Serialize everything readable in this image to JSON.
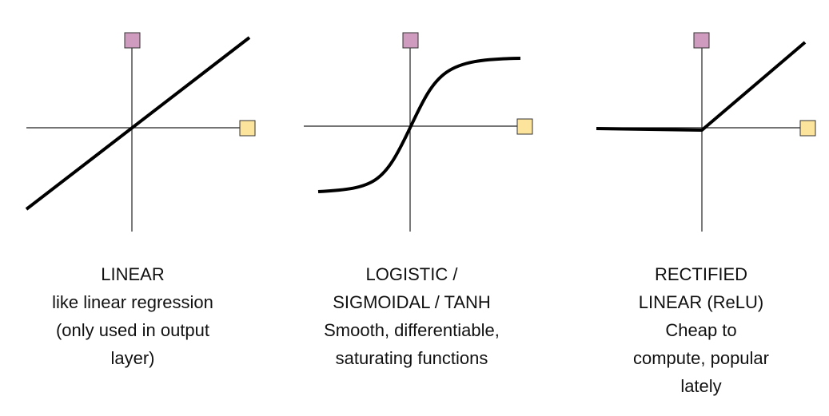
{
  "colors": {
    "output_marker": "#cf9cbf",
    "input_marker": "#fde49d",
    "marker_border": "#333333",
    "curve": "#000000",
    "axis": "#222222"
  },
  "panels": [
    {
      "function": "linear",
      "icon": "linear-function-curve",
      "caption_lines": [
        "LINEAR",
        "like linear regression",
        "(only used in output",
        "layer)"
      ]
    },
    {
      "function": "sigmoid",
      "icon": "sigmoid-function-curve",
      "caption_lines": [
        "LOGISTIC /",
        "SIGMOIDAL / TANH",
        "Smooth, differentiable,",
        "saturating functions"
      ]
    },
    {
      "function": "relu",
      "icon": "relu-function-curve",
      "caption_lines": [
        "RECTIFIED",
        "LINEAR (ReLU)",
        "Cheap to",
        "compute, popular",
        "lately"
      ]
    }
  ]
}
